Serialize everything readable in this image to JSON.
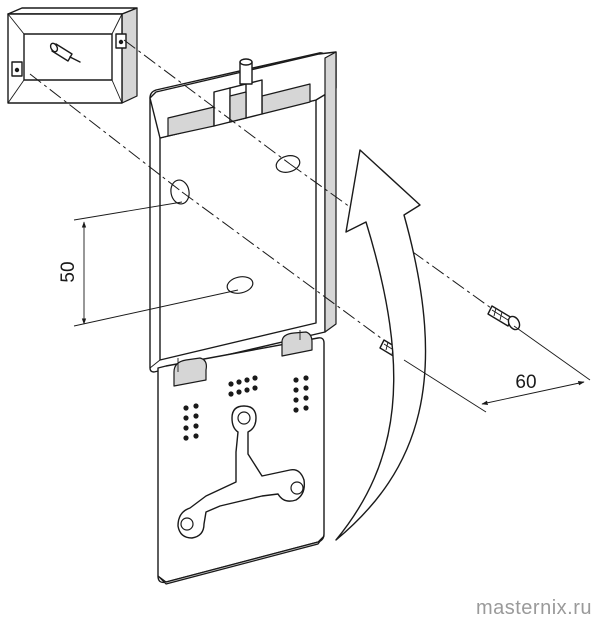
{
  "dimensions": {
    "vertical_spacing": "50",
    "horizontal_spacing": "60"
  },
  "watermark": {
    "text": "masternix.ru"
  },
  "colors": {
    "ink": "#1a1a1a",
    "shade": "#d6d6d6",
    "watermark": "#9a9a9a"
  }
}
